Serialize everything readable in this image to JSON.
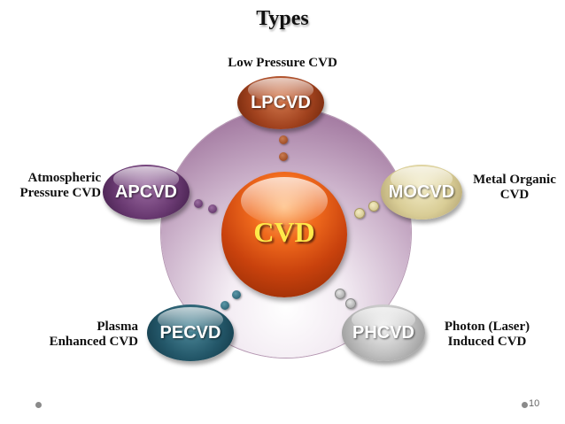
{
  "title": "Types",
  "center": {
    "label": "CVD",
    "color": "#e8561a"
  },
  "nodes": [
    {
      "abbr": "LPCVD",
      "name": "Low Pressure CVD",
      "color": "#a2431f"
    },
    {
      "abbr": "APCVD",
      "name_lines": [
        "Atmospheric",
        "Pressure CVD"
      ],
      "color": "#6a3a72"
    },
    {
      "abbr": "MOCVD",
      "name_lines": [
        "Metal Organic",
        "CVD"
      ],
      "color": "#d9cd96"
    },
    {
      "abbr": "PECVD",
      "name_lines": [
        "Plasma",
        "Enhanced CVD"
      ],
      "color": "#24586a"
    },
    {
      "abbr": "PHCVD",
      "name_lines": [
        "Photon (Laser)",
        "Induced CVD"
      ],
      "color": "#c2c2c2"
    }
  ],
  "page_number": "10"
}
